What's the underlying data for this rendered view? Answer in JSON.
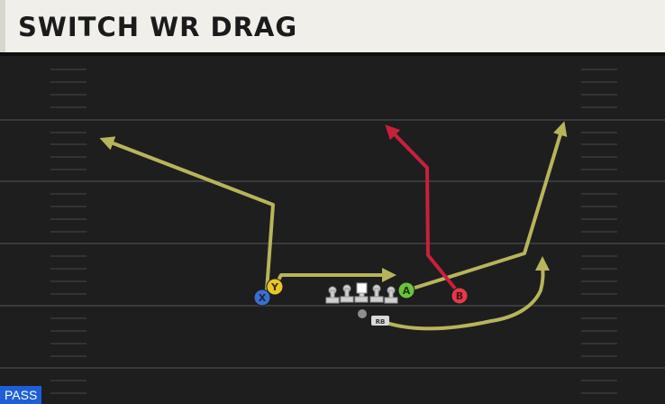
{
  "play": {
    "title": "SWITCH WR DRAG",
    "type_badge": "PASS"
  },
  "players": {
    "x": "X",
    "y": "Y",
    "a": "A",
    "b": "B",
    "rb": "RB"
  },
  "colors": {
    "field": "#1e1e1e",
    "route_default": "#b8b45a",
    "route_primary": "#c8203c",
    "x_button": "#3a6fd1",
    "y_button": "#e8c62a",
    "a_button": "#6cc23a",
    "b_button": "#e03a4a",
    "badge": "#1f5fd6"
  }
}
